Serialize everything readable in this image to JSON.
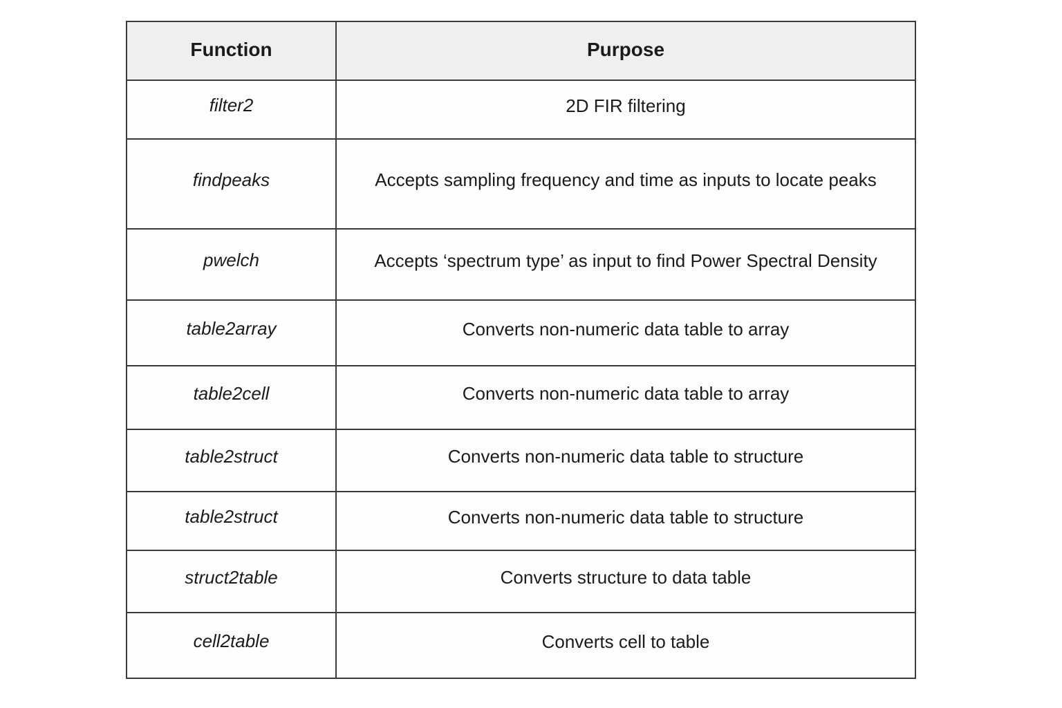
{
  "table": {
    "headers": [
      "Function",
      "Purpose"
    ],
    "rows": [
      {
        "function": "filter2",
        "purpose": "2D FIR filtering"
      },
      {
        "function": "findpeaks",
        "purpose": "Accepts sampling frequency and time as inputs to locate peaks"
      },
      {
        "function": "pwelch",
        "purpose": "Accepts ‘spectrum type’ as input to find Power Spectral Density"
      },
      {
        "function": "table2array",
        "purpose": "Converts non-numeric data table to array"
      },
      {
        "function": "table2cell",
        "purpose": "Converts non-numeric data table to array"
      },
      {
        "function": "table2struct",
        "purpose": "Converts non-numeric data table to structure"
      },
      {
        "function": "table2struct",
        "purpose": "Converts non-numeric data table to structure"
      },
      {
        "function": "struct2table",
        "purpose": "Converts structure to data table"
      },
      {
        "function": "cell2table",
        "purpose": "Converts cell to table"
      }
    ],
    "colors": {
      "border": "#3a3a3a",
      "header_background": "#efefef",
      "text": "#1b1b1b",
      "background": "#ffffff"
    }
  }
}
